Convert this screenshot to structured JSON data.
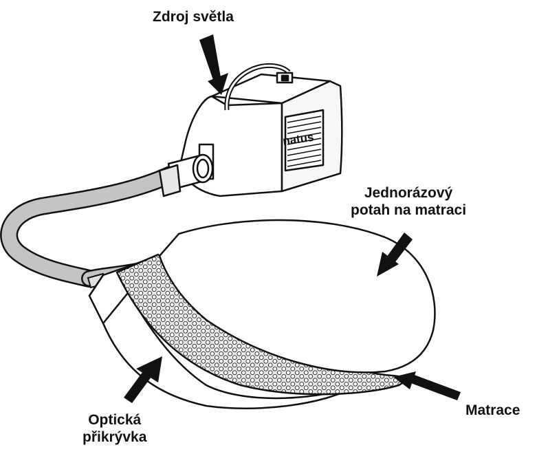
{
  "labels": {
    "light_source": "Zdroj světla",
    "cover_line1": "Jednorázový",
    "cover_line2": "potah na matraci",
    "mattress": "Matrace",
    "blanket_line1": "Optická",
    "blanket_line2": "přikrývka"
  },
  "logo": "natus",
  "colors": {
    "ink": "#111111",
    "cable": "#bdbdbd",
    "mesh": "#ffffff",
    "background": "#ffffff"
  }
}
